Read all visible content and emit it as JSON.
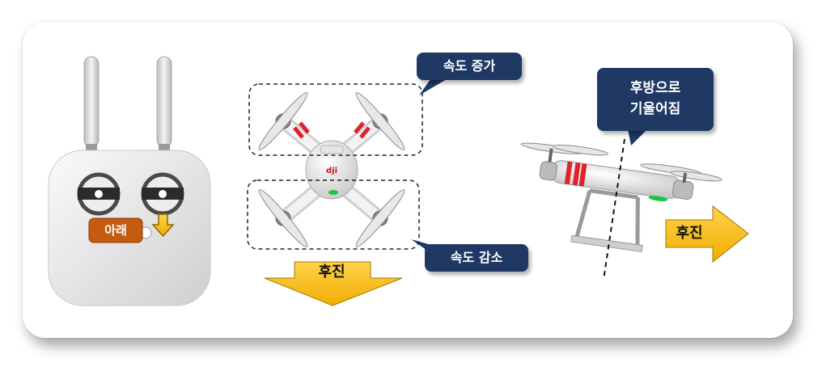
{
  "remote": {
    "stick_label": "아래"
  },
  "top_view": {
    "front_callout": "속도 증가",
    "rear_callout": "속도 감소",
    "direction_label": "후진"
  },
  "side_view": {
    "tilt_callout_line1": "후방으로",
    "tilt_callout_line2": "기울어짐",
    "direction_label": "후진"
  },
  "colors": {
    "callout": "#1f3864",
    "arrow": "#f5b800",
    "stick_label": "#c55a11",
    "drone_red": "#e0202a",
    "drone_green": "#1ec440"
  }
}
